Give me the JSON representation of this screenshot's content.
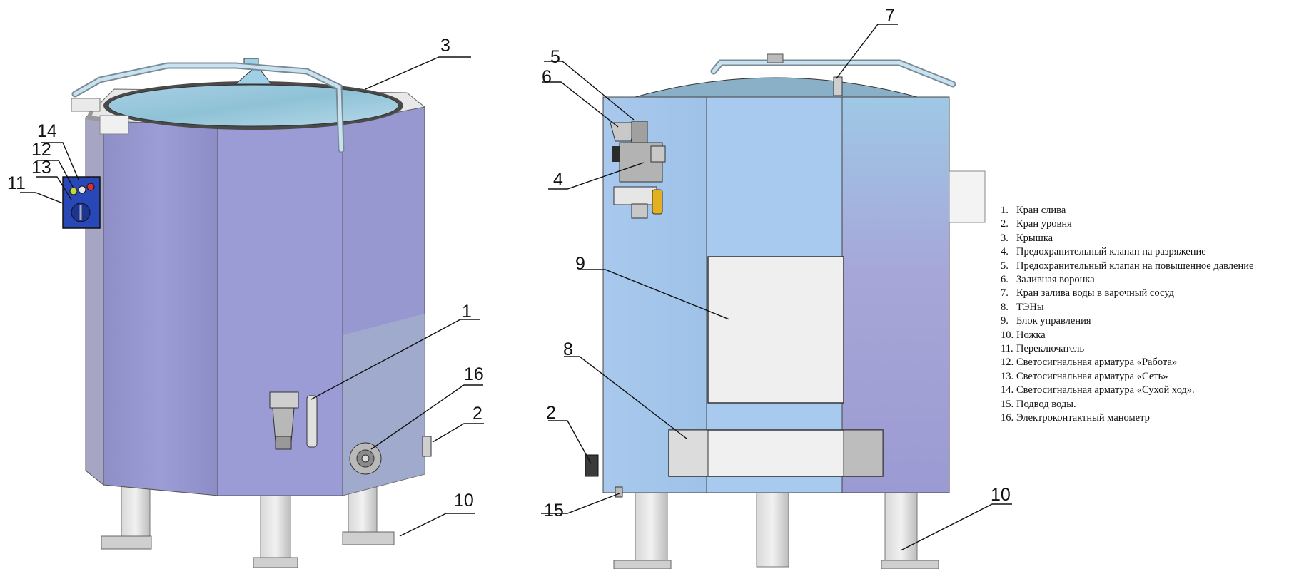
{
  "callouts": {
    "left": {
      "c1": "1",
      "c2": "2",
      "c3": "3",
      "c10": "10",
      "c11": "11",
      "c12": "12",
      "c13": "13",
      "c14": "14",
      "c16": "16"
    },
    "right": {
      "c2": "2",
      "c4": "4",
      "c5": "5",
      "c6": "6",
      "c7": "7",
      "c8": "8",
      "c9": "9",
      "c10": "10",
      "c15": "15"
    }
  },
  "legend": [
    {
      "num": "1.",
      "text": "Кран слива"
    },
    {
      "num": "2.",
      "text": "Кран уровня"
    },
    {
      "num": "3.",
      "text": "Крышка"
    },
    {
      "num": "4.",
      "text": "Предохранительный клапан на разряжение"
    },
    {
      "num": "5.",
      "text": "Предохранительный клапан на повышенное давление"
    },
    {
      "num": "6.",
      "text": "Заливная воронка"
    },
    {
      "num": "7.",
      "text": "Кран залива воды в варочный сосуд"
    },
    {
      "num": "8.",
      "text": "ТЭНы"
    },
    {
      "num": "9.",
      "text": "Блок управления"
    },
    {
      "num": "10.",
      "text": "Ножка"
    },
    {
      "num": "11.",
      "text": "Переключатель"
    },
    {
      "num": "12.",
      "text": "Светосигнальная арматура «Работа»"
    },
    {
      "num": "13.",
      "text": "Светосигнальная арматура «Сеть»"
    },
    {
      "num": "14.",
      "text": "Светосигнальная арматура «Сухой ход»."
    },
    {
      "num": "15.",
      "text": "Подвод воды."
    },
    {
      "num": "16.",
      "text": "Электроконтактный манометр"
    }
  ]
}
